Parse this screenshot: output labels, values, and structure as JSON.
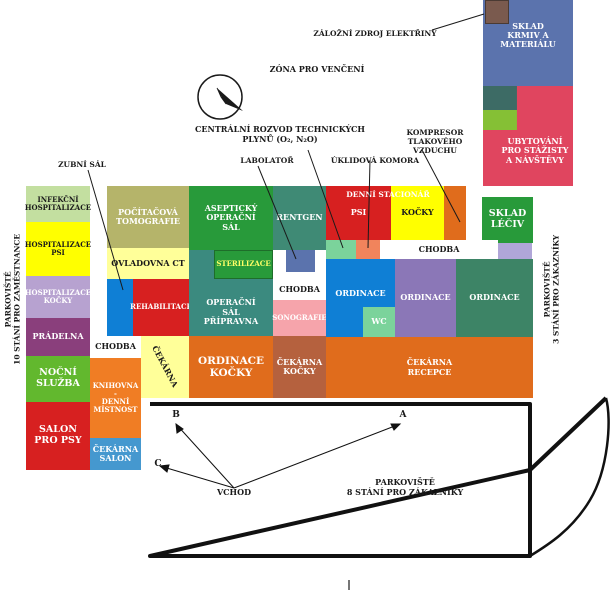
{
  "zones": {
    "zalozni_zdroj": "ZÁLOŽNÍ ZDROJ ELEKTŘINY",
    "zona_venceni": "ZÓNA PRO VENČENÍ",
    "centralni_rozvod": "CENTRÁLNÍ ROZVOD TECHNICKÝCH\nPLYNŮ (O₂, N₂O)",
    "kompresor": "KOMPRESOR\nTLAKOVÉHO VZDUCHU",
    "zubni_sal": "ZUBNÍ SÁL",
    "laborator": "LABOLATOŘ",
    "uklidova_komora": "ÚKLIDOVÁ KOMORA"
  },
  "rooms": {
    "sklad_krmiv": "SKLAD\nKRMIV A\nMATERIÁLU",
    "ubytovani": "UBYTOVÁNÍ\nPRO STÁŽISTY\nA NÁVŠTĚVY",
    "sklad_leciv": "SKLAD\nLÉČIV",
    "infekcni": "INFEKČNÍ\nHOSPITALIZACE",
    "hospitalizace_psi": "HOSPITALIZACE\nPSI",
    "hospitalizace_kocky": "HOSPITALIZACE\nKOČKY",
    "pradelna": "PRÁDELNA",
    "nocni_sluzba": "NOČNÍ\nSLUŽBA",
    "salon_psy": "SALON\nPRO PSY",
    "pocitacova_tomografie": "POČÍTAČOVÁ\nTOMOGRAFIE",
    "ovladovna_ct": "OVLADOVNA CT",
    "rehabilitace": "REHABILITACE",
    "aseptick_sal": "ASEPTICKÝ\nOPERAČNÍ\nSÁL",
    "sterilizace": "STERILIZACE",
    "operacni_pripravna": "OPERAČNÍ\nSÁL\nPŘÍPRAVNA",
    "rentgen": "RENTGEN",
    "chodba_mid": "CHODBA",
    "sonografie": "SONOGRAFIE",
    "denni_stacionar": "DENNÍ STACIONÁŘ",
    "psi": "PSI",
    "kocky": "KOČKY",
    "chodba_right": "CHODBA",
    "ordinace_1": "ORDINACE",
    "wc": "WC",
    "ordinace_2": "ORDINACE",
    "ordinace_3": "ORDINACE",
    "chodba_left": "CHODBA",
    "cekarna": "ČEKÁRNA",
    "knihovna": "KNIHOVNA\n-\nDENNÍ\nMÍSTNOST",
    "cekarna_salon": "ČEKÁRNA\nSALON",
    "ordinace_kocky": "ORDINACE\nKOČKY",
    "cekarna_kocky": "ČEKÁRNA\nKOČKY",
    "cekarna_recepce": "ČEKÁRNA\nRECEPCE"
  },
  "parking": {
    "left": "PARKOVIŠTĚ\n10 STÁNÍ PRO ZAMĚSTNANCE",
    "right": "PARKOVIŠTĚ\n3 STÁNÍ PRO ZÁKAZNÍKY",
    "bottom": "PARKOVIŠTĚ\n8 STÁNÍ PRO ZÁKAZNÍKY"
  },
  "entrances": {
    "a": "A",
    "b": "B",
    "c": "C",
    "vchod": "VCHOD"
  },
  "bottom_mark": "I",
  "colors": {
    "blue_gray": "#5b73ad",
    "pink_red": "#e0455f",
    "green": "#85c035",
    "teal_dark": "#3d6b65",
    "light_green": "#c3dfa0",
    "yellow": "#ffff00",
    "lavender": "#b7a2d0",
    "purple": "#8a3f7c",
    "bright_green": "#62b82e",
    "red": "#d72020",
    "olive": "#b5b46a",
    "pale_yellow": "#ffff99",
    "blue": "#0f7fd5",
    "teal": "#3b8a7f",
    "dark_green": "#289a3a",
    "steel": "#4c8a94",
    "sea_green": "#3f8a75",
    "orange": "#f07d24",
    "orange_dark": "#e06c1c",
    "brown": "#b5613e",
    "light_pink": "#f6a4ab",
    "mint": "#7bd39b",
    "salmon": "#f1845c",
    "mauve": "#8b77b7",
    "green_teal": "#3d8466",
    "lilac": "#b0a6d8",
    "light_blue": "#4598cf"
  }
}
